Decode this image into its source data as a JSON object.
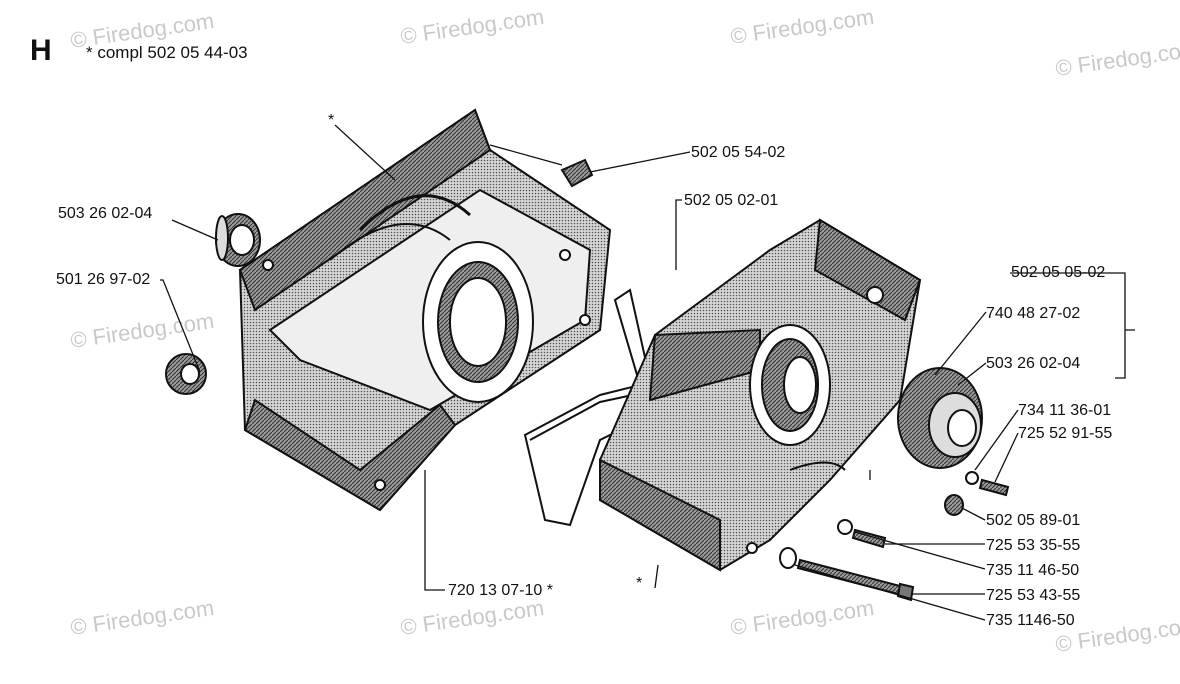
{
  "header": {
    "letter": "H",
    "text": "* compl 502 05 44-03"
  },
  "watermark": "© Firedog.com",
  "parts": [
    {
      "id": "p1",
      "label": "502 05 54-02"
    },
    {
      "id": "p2",
      "label": "502 05 02-01"
    },
    {
      "id": "p3",
      "label": "503 26 02-04"
    },
    {
      "id": "p4",
      "label": "501 26 97-02"
    },
    {
      "id": "p5",
      "label": "502 05 05-02"
    },
    {
      "id": "p6",
      "label": "740 48 27-02"
    },
    {
      "id": "p7",
      "label": "503 26 02-04"
    },
    {
      "id": "p8",
      "label": "734 11 36-01"
    },
    {
      "id": "p9",
      "label": "725 52 91-55"
    },
    {
      "id": "p10",
      "label": "502 05 89-01"
    },
    {
      "id": "p11",
      "label": "725 53 35-55"
    },
    {
      "id": "p12",
      "label": "735 11 46-50"
    },
    {
      "id": "p13",
      "label": "725 53 43-55"
    },
    {
      "id": "p14",
      "label": "735 1146-50"
    },
    {
      "id": "p15",
      "label": "720 13 07-10 *"
    }
  ],
  "asterisk": "*",
  "colors": {
    "ink": "#111111",
    "shade": "#6e6e6e",
    "light": "#bdbdbd",
    "watermark": "#c9c9c9"
  }
}
